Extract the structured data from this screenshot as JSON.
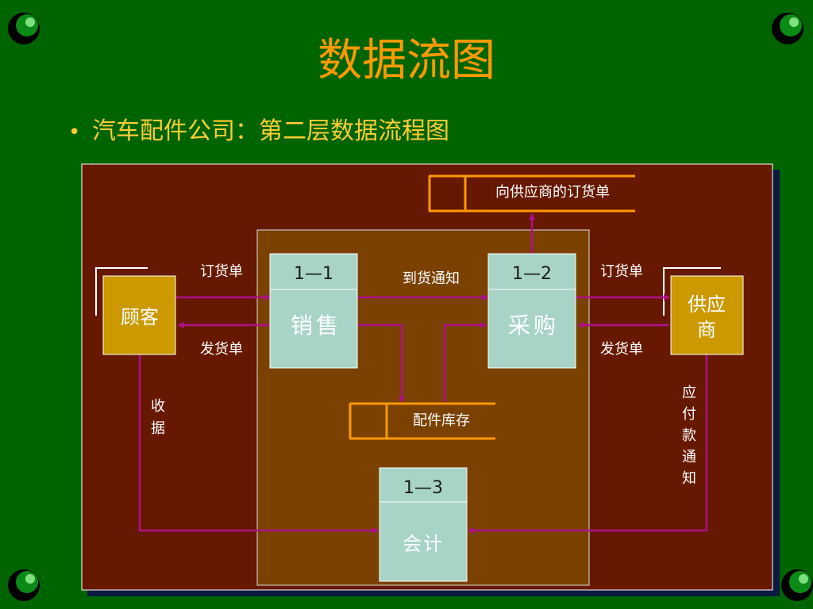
{
  "title": "数据流图",
  "bullet": "汽车配件公司：第二层数据流程图",
  "entities": {
    "customer": "顾客",
    "supplier_line1": "供应",
    "supplier_line2": "商"
  },
  "processes": {
    "p1": {
      "id": "1—1",
      "name": "销售"
    },
    "p2": {
      "id": "1—2",
      "name": "采购"
    },
    "p3": {
      "id": "1—3",
      "name": "会计"
    }
  },
  "stores": {
    "supplier_order": "向供应商的订货单",
    "inventory": "配件库存"
  },
  "flows": {
    "order_left": "订货单",
    "ship_left": "发货单",
    "arrival_notice": "到货通知",
    "order_right": "订货单",
    "ship_right": "发货单",
    "receipt_chars": [
      "收",
      "据"
    ],
    "payable_chars": [
      "应",
      "付",
      "款",
      "通",
      "知"
    ]
  },
  "colors": {
    "background": "#006400",
    "title": "#FF9900",
    "panel": "#661900",
    "inner_panel": "#7A4100",
    "process_box": "#A8D4C8",
    "entity_box": "#CC9900",
    "flow_line": "#B0108A",
    "store_line": "#FF9900"
  },
  "icons": [
    "green-orb-icon"
  ]
}
